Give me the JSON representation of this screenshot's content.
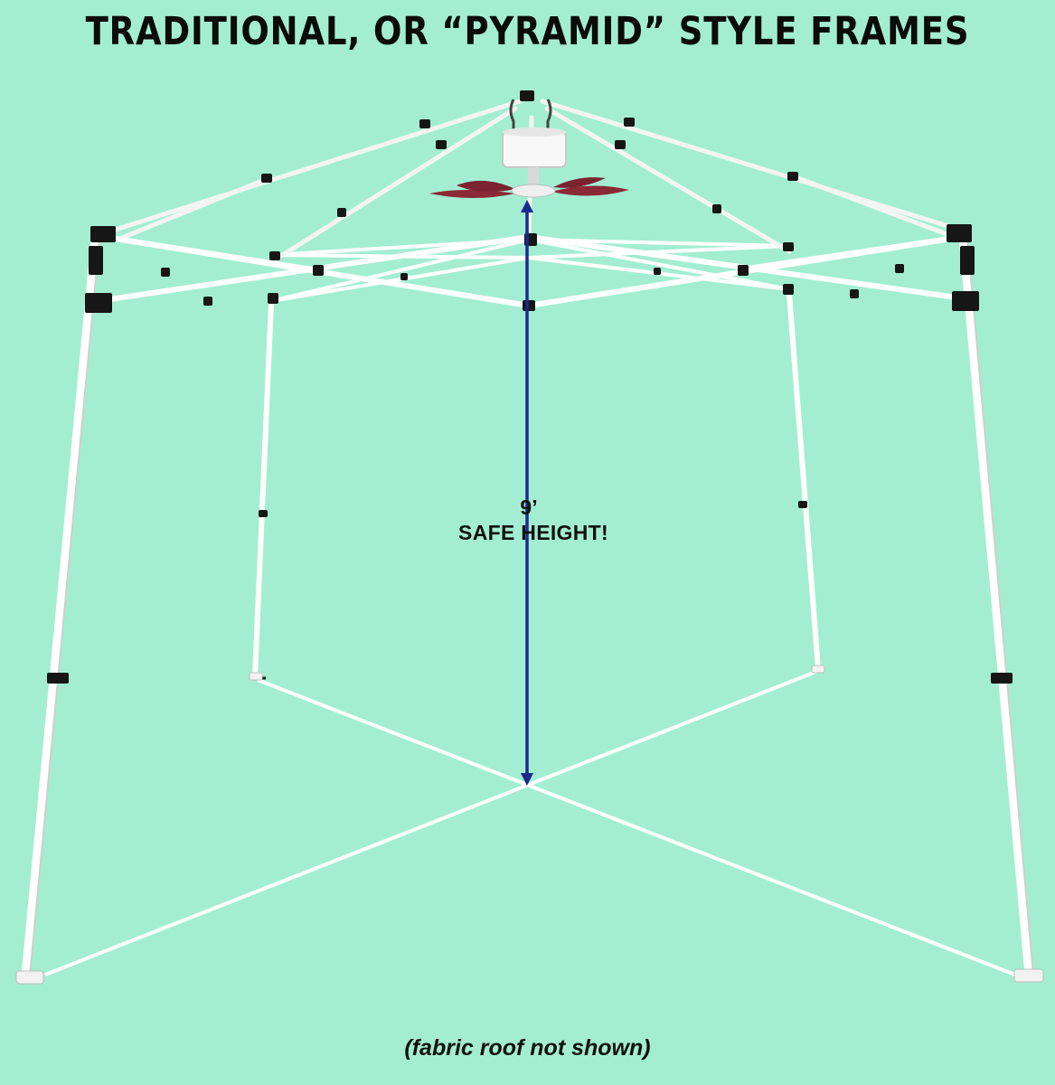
{
  "title": "TRADITIONAL, OR “PYRAMID” STYLE FRAMES",
  "measurement": {
    "value": "9’",
    "label": "SAFE HEIGHT!"
  },
  "caption": "(fabric roof not shown)",
  "colors": {
    "background": "#a3eed3",
    "frame": "#ffffff",
    "arrow": "#1c2a8f",
    "fan_blade": "#8a2a36"
  }
}
